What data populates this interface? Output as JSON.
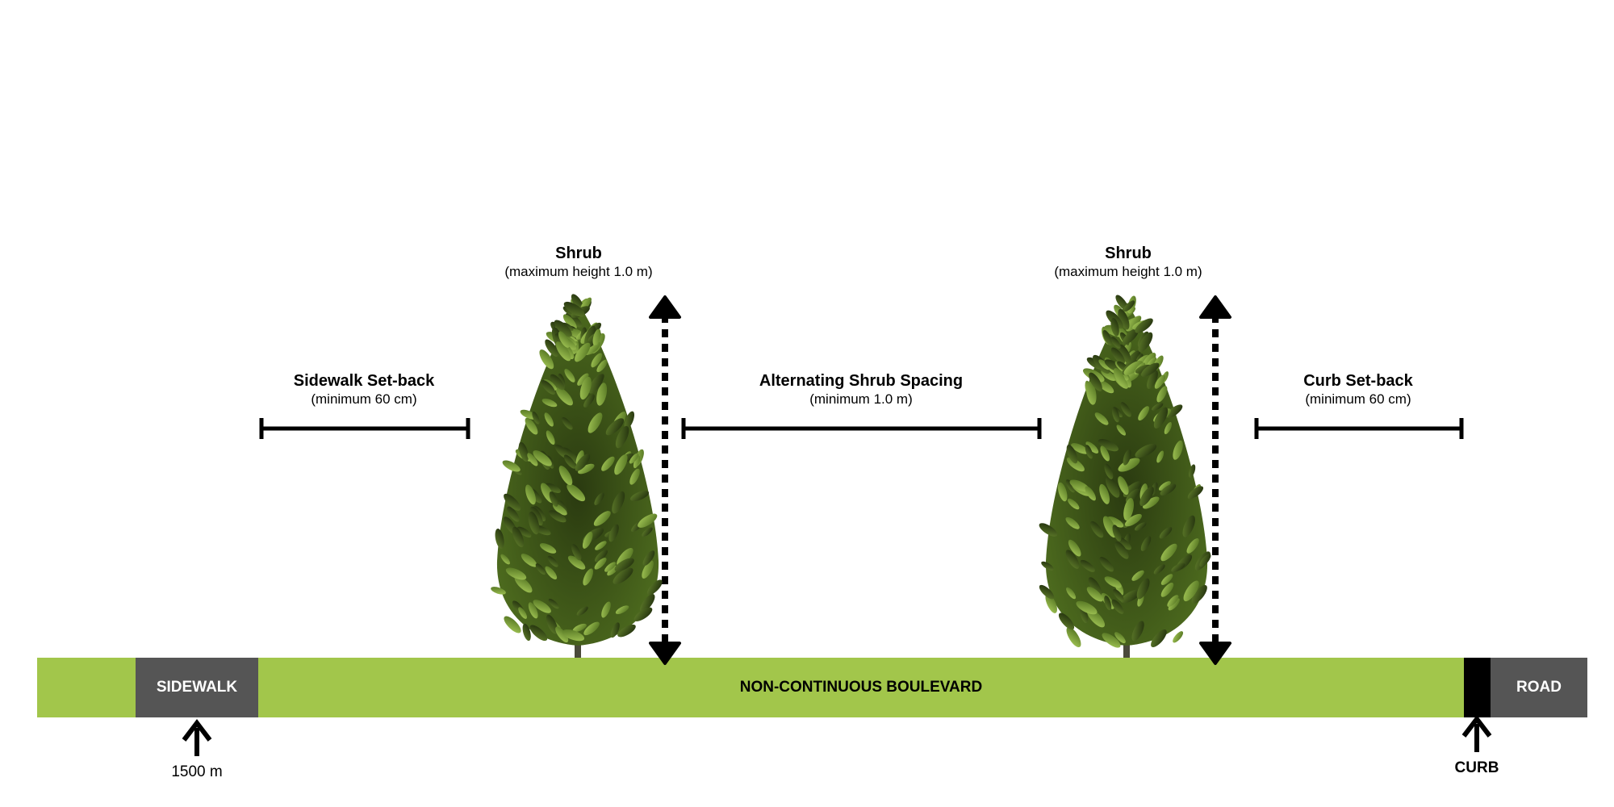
{
  "labels": {
    "shrub_left": {
      "title": "Shrub",
      "sub": "(maximum height 1.0 m)"
    },
    "shrub_right": {
      "title": "Shrub",
      "sub": "(maximum height 1.0 m)"
    },
    "sidewalk_setback": {
      "title": "Sidewalk Set-back",
      "sub": "(minimum 60 cm)"
    },
    "shrub_spacing": {
      "title": "Alternating Shrub Spacing",
      "sub": "(minimum 1.0 m)"
    },
    "curb_setback": {
      "title": "Curb Set-back",
      "sub": "(minimum 60 cm)"
    }
  },
  "bands": {
    "sidewalk": "SIDEWALK",
    "boulevard": "NON-CONTINUOUS BOULEVARD",
    "road": "ROAD"
  },
  "markers": {
    "sidewalk_width": "1500 m",
    "curb": "CURB"
  },
  "colors": {
    "boulevard_green": "#a2c64b",
    "pavement_gray": "#555555",
    "curb_black": "#000000",
    "leaf_light": "#8db33a",
    "leaf_dark": "#2c3d14"
  }
}
